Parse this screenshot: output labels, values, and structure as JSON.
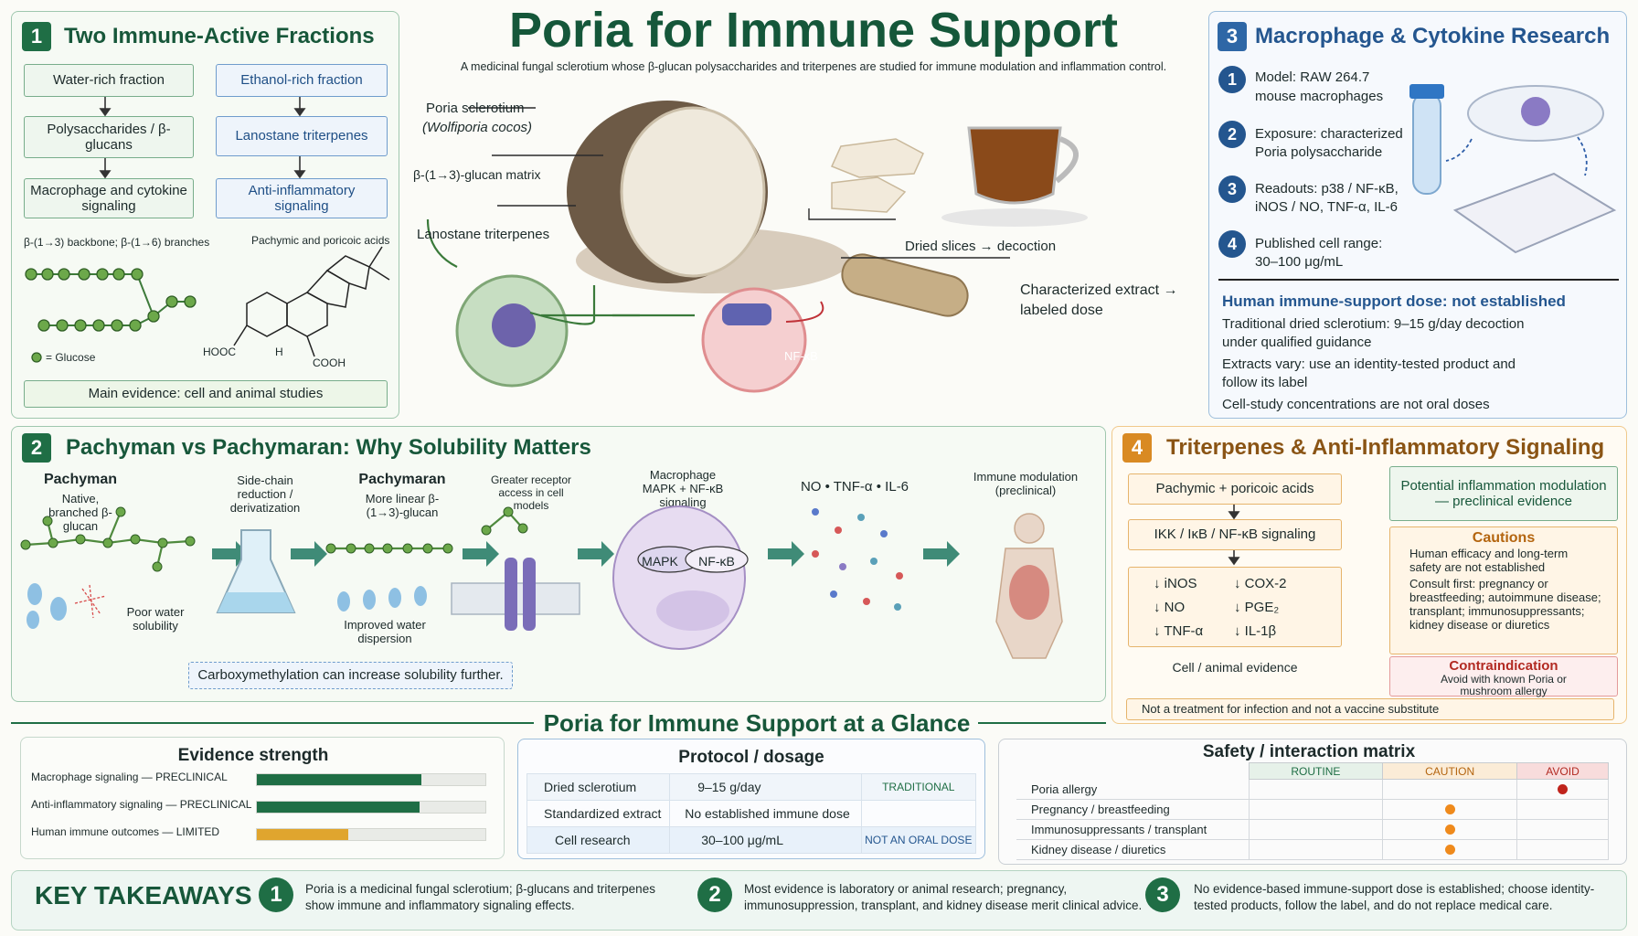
{
  "header": {
    "title": "Poria for Immune Support",
    "subtitle": "A medicinal fungal sclerotium whose β-glucan polysaccharides and triterpenes are studied for immune modulation and inflammation control."
  },
  "hero": {
    "label_sclerotium": "Poria sclerotium",
    "label_species": "(Wolfiporia cocos)",
    "label_matrix": "β-(1→3)-glucan matrix",
    "label_triterpenes": "Lanostane triterpenes",
    "label_slices": "Dried slices → decoction",
    "label_extract": "Characterized extract →",
    "label_extract2": "labeled dose",
    "nfkb": "NF-κB"
  },
  "p1": {
    "number": "1",
    "title": "Two Immune-Active Fractions",
    "left": [
      "Water-rich fraction",
      "Polysaccharides / β-glucans",
      "Macrophage and cytokine signaling"
    ],
    "right": [
      "Ethanol-rich fraction",
      "Lanostane triterpenes",
      "Anti-inflammatory signaling"
    ],
    "backbone": "β-(1→3) backbone; β-(1→6) branches",
    "acids": "Pachymic and poricoic acids",
    "glucose": "= Glucose",
    "hooc": "HOOC",
    "cooh": "COOH",
    "h": "H",
    "evidence": "Main evidence: cell and animal studies"
  },
  "p2": {
    "number": "2",
    "title": "Pachyman vs Pachymaran: Why Solubility Matters",
    "pachyman": "Pachyman",
    "pachyman_desc": "Native, branched β-glucan",
    "side": "Side-chain reduction / derivatization",
    "pachymaran": "Pachymaran",
    "pachymaran_desc": "More linear β-(1→3)-glucan",
    "receptor": "Greater receptor access in cell models",
    "macrophage": "Macrophage MAPK + NF-κB signaling",
    "mapk": "MAPK",
    "nfkb": "NF-κB",
    "cytokines": "NO • TNF-α • IL-6",
    "immune": "Immune modulation (preclinical)",
    "poor": "Poor water solubility",
    "improved": "Improved water dispersion",
    "note": "Carboxymethylation can increase solubility further."
  },
  "p3": {
    "number": "3",
    "title": "Macrophage & Cytokine Research",
    "items": [
      {
        "n": "1",
        "l1": "Model: RAW 264.7",
        "l2": "mouse macrophages"
      },
      {
        "n": "2",
        "l1": "Exposure: characterized",
        "l2": "Poria polysaccharide"
      },
      {
        "n": "3",
        "l1": "Readouts: p38 / NF-κB,",
        "l2": "iNOS / NO, TNF-α, IL-6"
      },
      {
        "n": "4",
        "l1": "Published cell range:",
        "l2": "30–100 μg/mL"
      }
    ],
    "dose_title": "Human immune-support dose: not established",
    "dose_lines": [
      "Traditional dried sclerotium: 9–15 g/day decoction",
      "under qualified guidance",
      "Extracts vary: use an identity-tested product and",
      "follow its label",
      "Cell-study concentrations are not oral doses"
    ]
  },
  "p4": {
    "number": "4",
    "title": "Triterpenes & Anti-Inflammatory Signaling",
    "acids": "Pachymic + poricoic acids",
    "pathway": "IKK / IκB / NF-κB signaling",
    "markers": [
      "↓  iNOS",
      "↓  COX-2",
      "↓  NO",
      "↓  PGE₂",
      "↓  TNF-α",
      "↓  IL-1β"
    ],
    "evidence": "Cell / animal evidence",
    "potential": "Potential inflammation modulation — preclinical evidence",
    "cautions_title": "Cautions",
    "cautions_text": "Human efficacy and long-term safety are not established",
    "consult": "Consult first: pregnancy or breastfeeding; autoimmune disease; transplant; immunosuppressants; kidney disease or diuretics",
    "contra_title": "Contraindication",
    "contra_text": "Avoid with known Poria or mushroom allergy",
    "footer": "Not a treatment for infection and not a vaccine substitute"
  },
  "glance": {
    "title": "Poria for Immune Support at a Glance",
    "evidence": {
      "title": "Evidence strength",
      "rows": [
        {
          "label": "Macrophage signaling — PRECLINICAL",
          "value": 0.72,
          "color": "#1f6e45"
        },
        {
          "label": "Anti-inflammatory signaling — PRECLINICAL",
          "value": 0.71,
          "color": "#1f6e45"
        },
        {
          "label": "Human immune outcomes — LIMITED",
          "value": 0.4,
          "color": "#e0a52e"
        }
      ]
    },
    "protocol": {
      "title": "Protocol / dosage",
      "rows": [
        [
          "Dried sclerotium",
          "9–15 g/day",
          "TRADITIONAL"
        ],
        [
          "Standardized extract",
          "No established immune dose",
          ""
        ],
        [
          "Cell research",
          "30–100 μg/mL",
          "NOT AN ORAL DOSE"
        ]
      ]
    },
    "safety": {
      "title": "Safety / interaction matrix",
      "cols": [
        "ROUTINE",
        "CAUTION",
        "AVOID"
      ],
      "rows": [
        {
          "label": "Poria allergy",
          "level": "avoid"
        },
        {
          "label": "Pregnancy / breastfeeding",
          "level": "caution"
        },
        {
          "label": "Immunosuppressants / transplant",
          "level": "caution"
        },
        {
          "label": "Kidney disease / diuretics",
          "level": "caution"
        }
      ]
    }
  },
  "takeaways": {
    "title": "KEY TAKEAWAYS",
    "items": [
      {
        "n": "1",
        "text": "Poria is a medicinal fungal sclerotium; β-glucans and triterpenes show immune and inflammatory signaling effects."
      },
      {
        "n": "2",
        "text": "Most evidence is laboratory or animal research; pregnancy, immunosuppression, transplant, and kidney disease merit clinical advice."
      },
      {
        "n": "3",
        "text": "No evidence-based immune-support dose is established; choose identity-tested products, follow the label, and do not replace medical care."
      }
    ]
  },
  "colors": {
    "green": "#1f6e45",
    "blue": "#2e67a6",
    "orange": "#d98a23",
    "avoid": "#c0241c",
    "caution": "#ef8a1c"
  }
}
